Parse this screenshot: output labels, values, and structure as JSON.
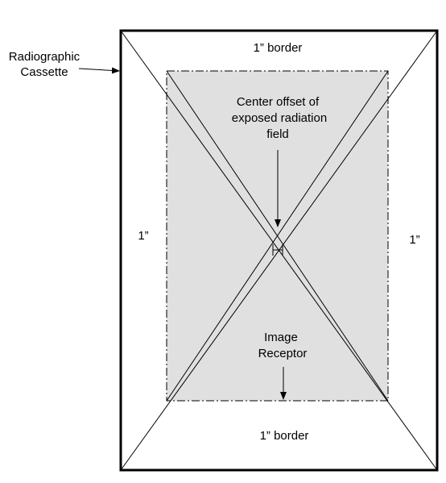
{
  "labels": {
    "cassette_line1": "Radiographic",
    "cassette_line2": "Cassette",
    "top_border": "1” border",
    "bottom_border": "1” border",
    "left_margin": "1”",
    "right_margin": "1”",
    "offset_line1": "Center offset of",
    "offset_line2": "exposed radiation",
    "offset_line3": "field",
    "receptor_line1": "Image",
    "receptor_line2": "Receptor"
  },
  "colors": {
    "line": "#000000",
    "field_fill": "#e0e0e0",
    "background": "#ffffff"
  }
}
